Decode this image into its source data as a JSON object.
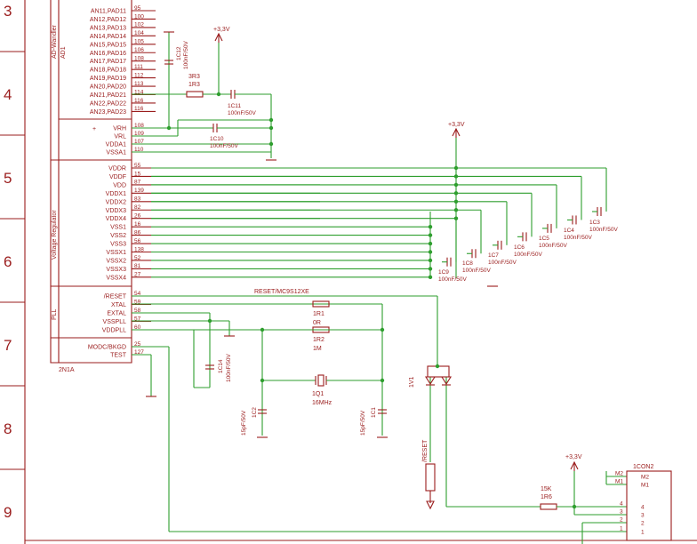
{
  "frame": {
    "rows": [
      "3",
      "4",
      "5",
      "6",
      "7",
      "8",
      "9"
    ]
  },
  "ic": {
    "ref": "2N1A",
    "sections": [
      "AD1",
      "AD-Wandler",
      "Voltage Regulator",
      "PLL"
    ],
    "an_pins": [
      {
        "name": "AN11,PAD11",
        "num": "95"
      },
      {
        "name": "AN12,PAD12",
        "num": "100"
      },
      {
        "name": "AN13,PAD13",
        "num": "102"
      },
      {
        "name": "AN14,PAD14",
        "num": "104"
      },
      {
        "name": "AN15,PAD15",
        "num": "105"
      },
      {
        "name": "AN16,PAD16",
        "num": "106"
      },
      {
        "name": "AN17,PAD17",
        "num": "108"
      },
      {
        "name": "AN18,PAD18",
        "num": "111"
      },
      {
        "name": "AN19,PAD19",
        "num": "112"
      },
      {
        "name": "AN20,PAD20",
        "num": "113"
      },
      {
        "name": "AN21,PAD21",
        "num": "114"
      },
      {
        "name": "AN22,PAD22",
        "num": "116"
      },
      {
        "name": "AN23,PAD23",
        "num": "116"
      }
    ],
    "ref_pins": [
      {
        "name": "VRH",
        "num": "108"
      },
      {
        "name": "VRL",
        "num": "109"
      },
      {
        "name": "VDDA1",
        "num": "107"
      },
      {
        "name": "VSSA1",
        "num": "110"
      }
    ],
    "vreg_pins": [
      {
        "name": "VDDR",
        "num": "55"
      },
      {
        "name": "VDDF",
        "num": "15"
      },
      {
        "name": "VDD",
        "num": "87"
      },
      {
        "name": "VDDX1",
        "num": "139"
      },
      {
        "name": "VDDX2",
        "num": "83"
      },
      {
        "name": "VDDX3",
        "num": "82"
      },
      {
        "name": "VDDX4",
        "num": "26"
      },
      {
        "name": "VSS1",
        "num": "16"
      },
      {
        "name": "VSS2",
        "num": "86"
      },
      {
        "name": "VSS3",
        "num": "56"
      },
      {
        "name": "VSSX1",
        "num": "138"
      },
      {
        "name": "VSSX2",
        "num": "52"
      },
      {
        "name": "VSSX3",
        "num": "81"
      },
      {
        "name": "VSSX4",
        "num": "27"
      }
    ],
    "pll_pins": [
      {
        "name": "/RESET",
        "num": "54"
      },
      {
        "name": "XTAL",
        "num": "59"
      },
      {
        "name": "EXTAL",
        "num": "58"
      },
      {
        "name": "VSSPLL",
        "num": "57"
      },
      {
        "name": "VDDPLL",
        "num": "60"
      }
    ],
    "misc_pins": [
      {
        "name": "MODC/BKGD",
        "num": "25"
      },
      {
        "name": "TEST",
        "num": "127"
      }
    ]
  },
  "power": {
    "label": "+3,3V"
  },
  "parts": {
    "c12": {
      "ref": "1C12",
      "value": "100nF/50V"
    },
    "r3": {
      "ref": "3R3",
      "value": "1R3"
    },
    "c11": {
      "ref": "1C11",
      "value": "100nF/50V"
    },
    "c10": {
      "ref": "1C10",
      "value": "100nF/50V"
    },
    "c3": {
      "ref": "1C3",
      "value": "100nF/50V"
    },
    "c4": {
      "ref": "1C4",
      "value": "100nF/50V"
    },
    "c5": {
      "ref": "1C5",
      "value": "100nF/50V"
    },
    "c6": {
      "ref": "1C6",
      "value": "100nF/50V"
    },
    "c7": {
      "ref": "1C7",
      "value": "100nF/50V"
    },
    "c8": {
      "ref": "1C8",
      "value": "100nF/50V"
    },
    "c9": {
      "ref": "1C9",
      "value": "100nF/50V"
    },
    "reset_net": "RESET/MC9S12XE",
    "r1": {
      "ref": "1R1",
      "value": "0R"
    },
    "r2": {
      "ref": "1R2",
      "value": "1M"
    },
    "c14": {
      "ref": "1C14",
      "value": "100nF/50V"
    },
    "q1": {
      "ref": "1Q1",
      "value": "16MHz"
    },
    "c2": {
      "ref": "1C2",
      "value": "15pF/50V"
    },
    "c1": {
      "ref": "1C1",
      "value": "15pF/50V"
    },
    "v1": {
      "ref": "1V1"
    },
    "reset_sw": {
      "label": "/RESET"
    },
    "r6": {
      "ref": "1R6",
      "value": "15K"
    },
    "con2": {
      "ref": "1CON2",
      "pins": [
        "M2",
        "M1",
        "4",
        "3",
        "2",
        "1"
      ]
    }
  }
}
